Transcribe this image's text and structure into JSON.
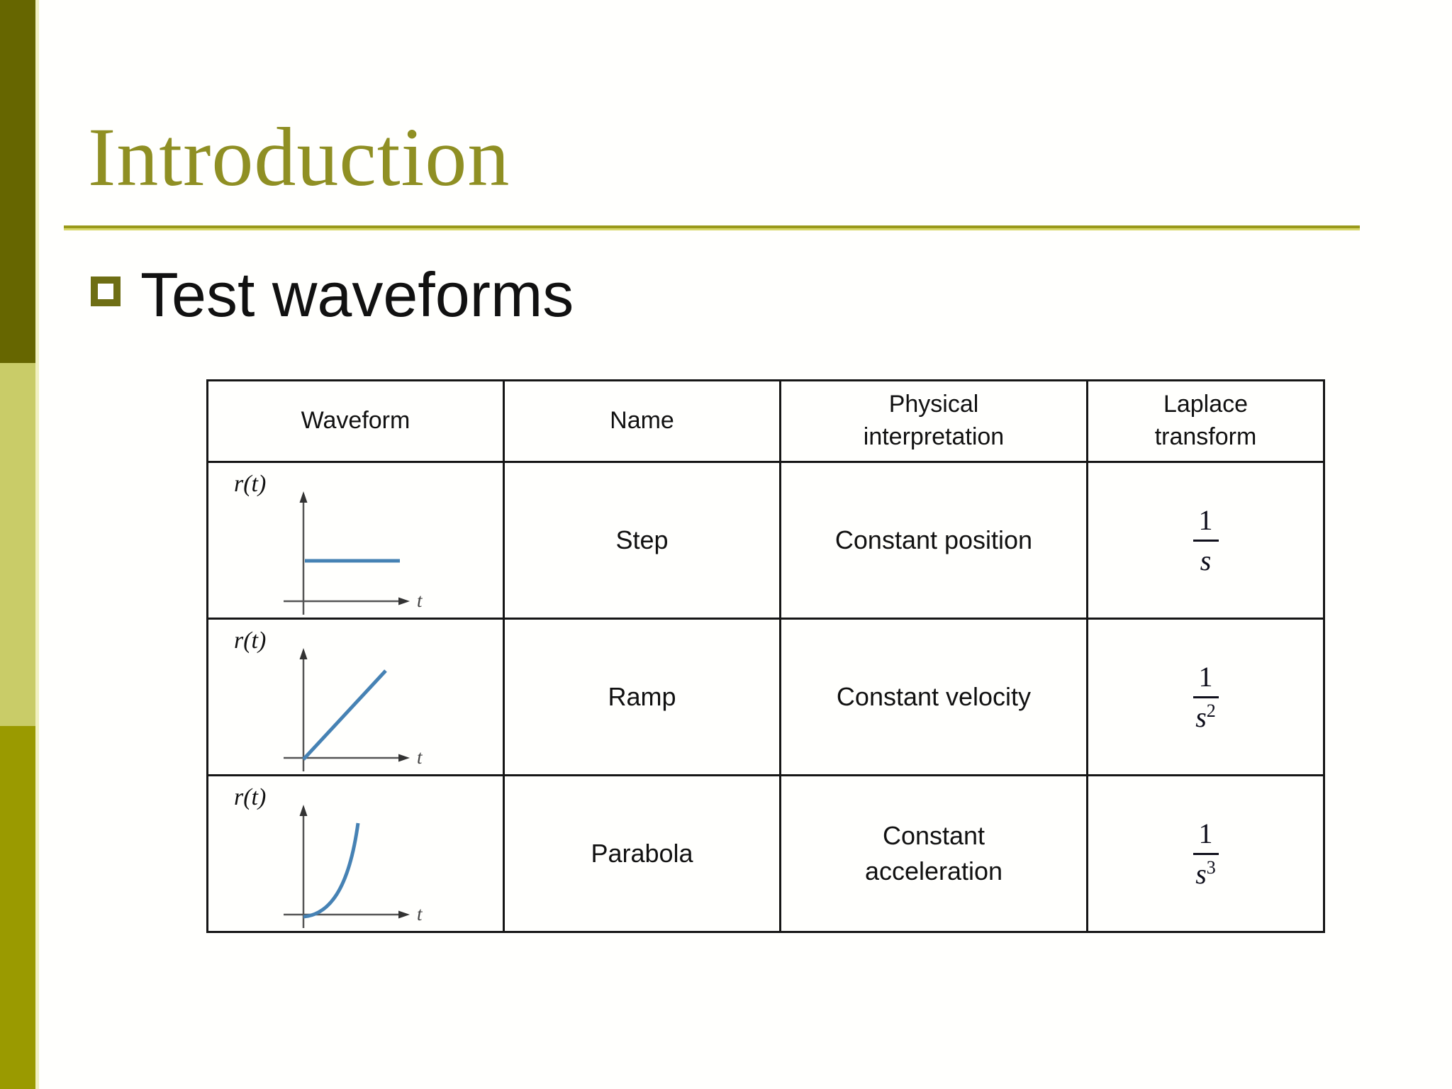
{
  "slide": {
    "title": "Introduction",
    "bullet_text": "Test waveforms"
  },
  "colors": {
    "title_olive": "#8f8f23",
    "rule_olive": "#99991a",
    "sidebar_top": "#666600",
    "sidebar_middle": "#c9cc68",
    "sidebar_bottom": "#9a9a00",
    "bullet_border": "#6e6e14",
    "waveform_blue": "#4682b4",
    "axis_gray": "#555555",
    "table_border": "#161616"
  },
  "table": {
    "headers": [
      "Waveform",
      "Name",
      "Physical\ninterpretation",
      "Laplace\ntransform"
    ],
    "axis_label_y": "r(t)",
    "axis_label_x": "t",
    "rows": [
      {
        "name": "Step",
        "interpretation": "Constant position",
        "laplace": {
          "numerator": "1",
          "base": "s",
          "exponent": ""
        }
      },
      {
        "name": "Ramp",
        "interpretation": "Constant velocity",
        "laplace": {
          "numerator": "1",
          "base": "s",
          "exponent": "2"
        }
      },
      {
        "name": "Parabola",
        "interpretation": "Constant\nacceleration",
        "laplace": {
          "numerator": "1",
          "base": "s",
          "exponent": "3"
        }
      }
    ]
  }
}
